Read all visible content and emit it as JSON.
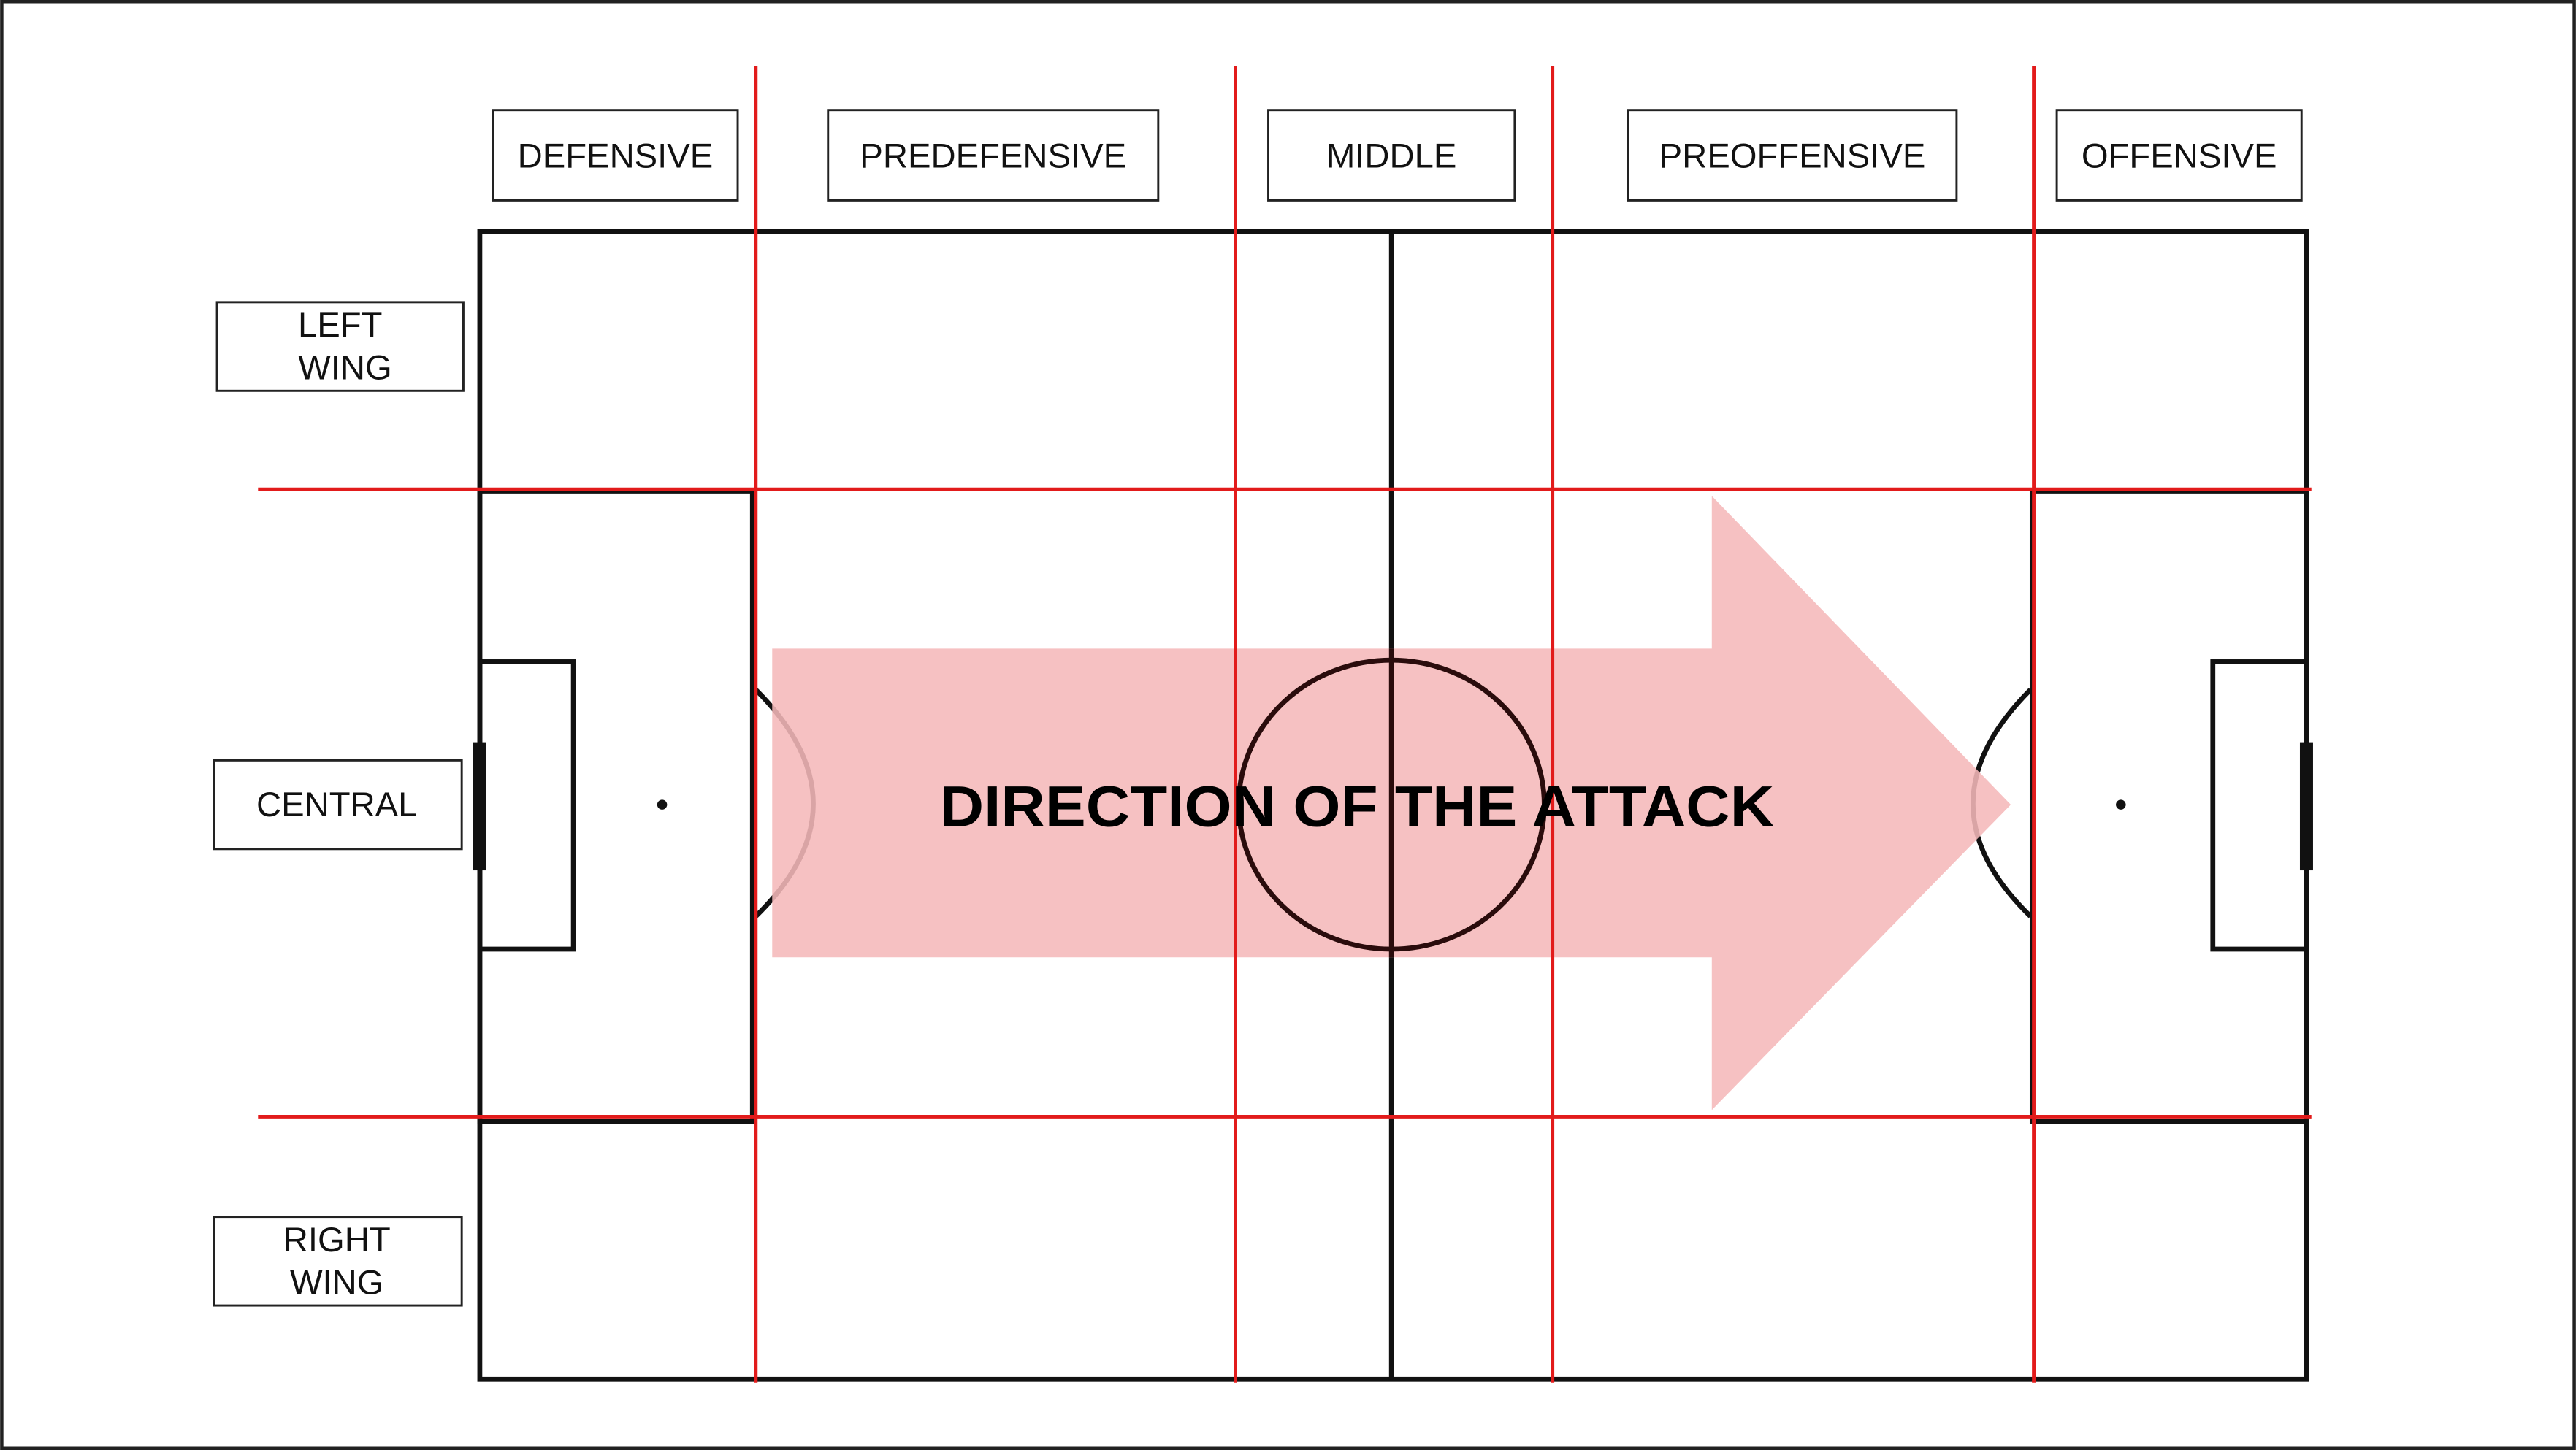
{
  "zones": {
    "columns": [
      "DEFENSIVE",
      "PREDEFENSIVE",
      "MIDDLE",
      "PREOFFENSIVE",
      "OFFENSIVE"
    ],
    "rows": [
      {
        "line1": "LEFT",
        "line2": "WING"
      },
      {
        "line1": "CENTRAL"
      },
      {
        "line1": "RIGHT",
        "line2": "WING"
      }
    ]
  },
  "arrow": {
    "label": "DIRECTION OF THE ATTACK",
    "color": "#f5b8ba"
  },
  "colors": {
    "grid": "#e21b1b",
    "pitch_lines": "#111111"
  }
}
